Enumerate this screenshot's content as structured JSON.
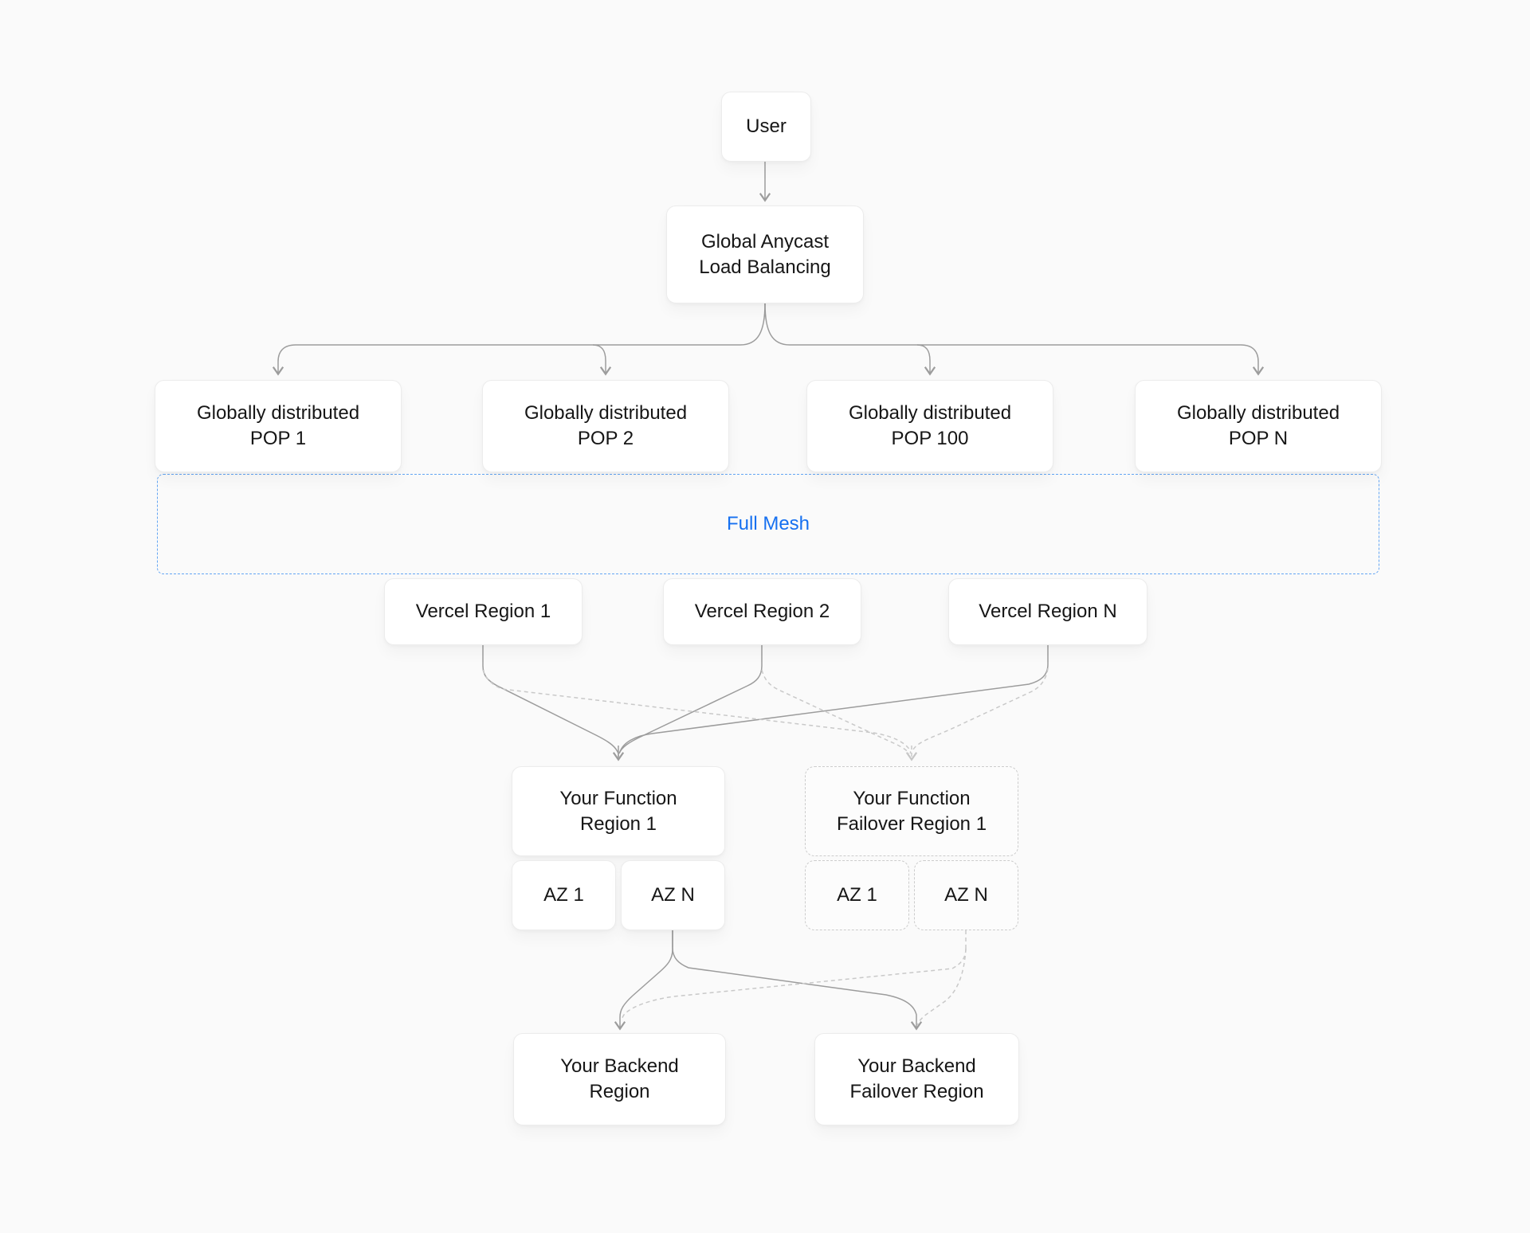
{
  "diagram": {
    "title": "Global Anycast routing with regional failover diagram",
    "colors": {
      "background": "#fafafa",
      "node_background": "#ffffff",
      "node_border": "#ececec",
      "dashed_node_border": "#cccccc",
      "text": "#161616",
      "full_mesh_text": "#1670f0",
      "full_mesh_border": "#63a5f3",
      "connector_solid": "#9c9c9c",
      "connector_dashed": "#c9c9c9"
    },
    "full_mesh": {
      "label": "Full Mesh"
    },
    "nodes": {
      "user": {
        "lines": [
          "User"
        ]
      },
      "load_balancer": {
        "lines": [
          "Global Anycast",
          "Load Balancing"
        ]
      },
      "pop1": {
        "lines": [
          "Globally distributed",
          "POP 1"
        ]
      },
      "pop2": {
        "lines": [
          "Globally distributed",
          "POP 2"
        ]
      },
      "pop100": {
        "lines": [
          "Globally distributed",
          "POP 100"
        ]
      },
      "popn": {
        "lines": [
          "Globally distributed",
          "POP N"
        ]
      },
      "vercel_region_1": {
        "lines": [
          "Vercel Region 1"
        ]
      },
      "vercel_region_2": {
        "lines": [
          "Vercel Region 2"
        ]
      },
      "vercel_region_n": {
        "lines": [
          "Vercel Region N"
        ]
      },
      "function_region": {
        "lines": [
          "Your Function",
          "Region 1"
        ]
      },
      "function_failover": {
        "lines": [
          "Your Function",
          "Failover Region 1"
        ]
      },
      "az1": {
        "lines": [
          "AZ 1"
        ]
      },
      "azn": {
        "lines": [
          "AZ N"
        ]
      },
      "failover_az1": {
        "lines": [
          "AZ 1"
        ]
      },
      "failover_azn": {
        "lines": [
          "AZ N"
        ]
      },
      "backend": {
        "lines": [
          "Your Backend",
          "Region"
        ]
      },
      "backend_failover": {
        "lines": [
          "Your Backend",
          "Failover Region"
        ]
      }
    }
  }
}
